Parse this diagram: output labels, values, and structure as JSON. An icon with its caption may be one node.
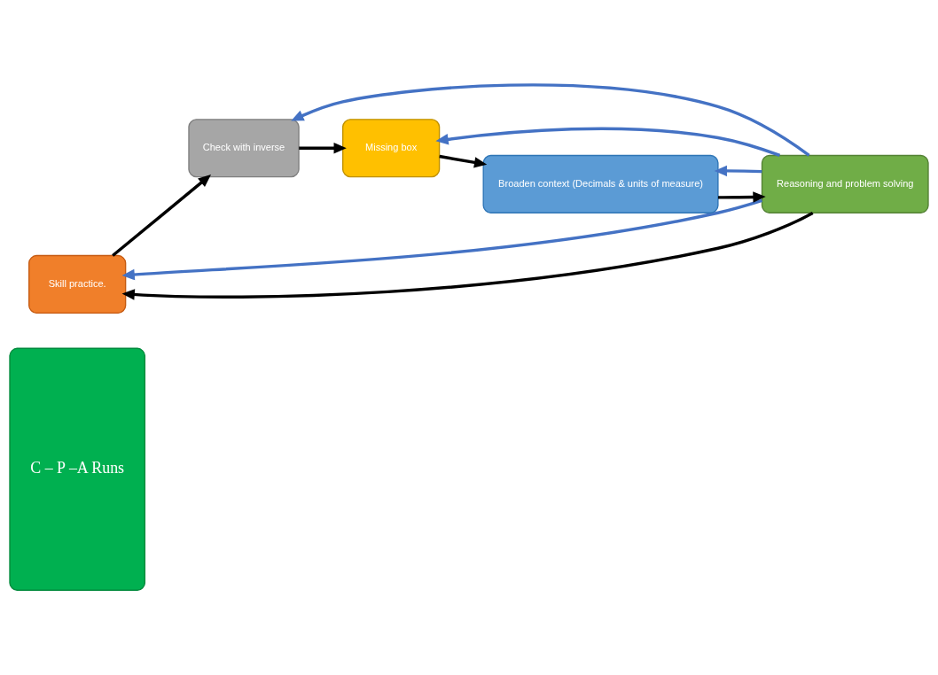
{
  "diagram": {
    "nodes": [
      {
        "text": [
          "C – P –A Runs"
        ]
      },
      {
        "text": [
          "Skill practice."
        ]
      },
      {
        "text": [
          "Reasoning and problem solving"
        ]
      },
      {
        "text": [
          "Check with inverse"
        ]
      },
      {
        "text": [
          "Missing box"
        ]
      },
      {
        "text": [
          "Broaden context (Decimals & units of measure)"
        ]
      }
    ],
    "edges": [
      {
        "from": 2,
        "to": 1,
        "arrow": "to"
      },
      {
        "from": 1,
        "to": 3,
        "arrow": "to"
      },
      {
        "from": 3,
        "to": 4,
        "arrow": "to"
      },
      {
        "from": 4,
        "to": 5,
        "arrow": "to"
      },
      {
        "from": 5,
        "to": 2,
        "arrow": "to"
      },
      {
        "from": 2,
        "to": 1,
        "arrow": "to",
        "color": "#4472c4"
      },
      {
        "from": 2,
        "to": 3,
        "arrow": "to",
        "color": "#4472c4"
      },
      {
        "from": 2,
        "to": 4,
        "arrow": "to",
        "color": "#4472c4"
      },
      {
        "from": 2,
        "to": 5,
        "arrow": "to",
        "color": "#4472c4"
      }
    ]
  }
}
